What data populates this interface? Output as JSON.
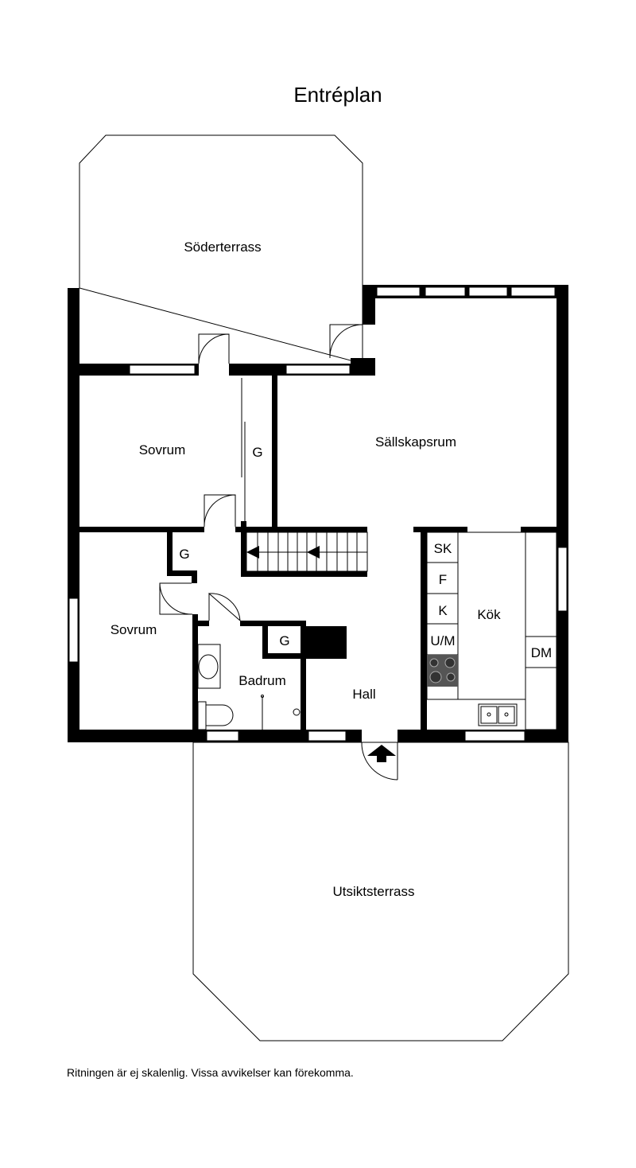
{
  "title": "Entréplan",
  "rooms": {
    "soderterrass": "Söderterrass",
    "sovrum_upper": "Sovrum",
    "garderob_upper": "G",
    "sallskapsrum": "Sällskapsrum",
    "garderob_mid": "G",
    "sovrum_lower": "Sovrum",
    "garderob_bath": "G",
    "badrum": "Badrum",
    "hall": "Hall",
    "kok": "Kök",
    "utsiktsterrass": "Utsiktsterrass"
  },
  "kitchen_units": [
    "SK",
    "F",
    "K",
    "U/M"
  ],
  "dishwasher": "DM",
  "footer": "Ritningen är ej skalenlig. Vissa avvikelser kan förekomma."
}
